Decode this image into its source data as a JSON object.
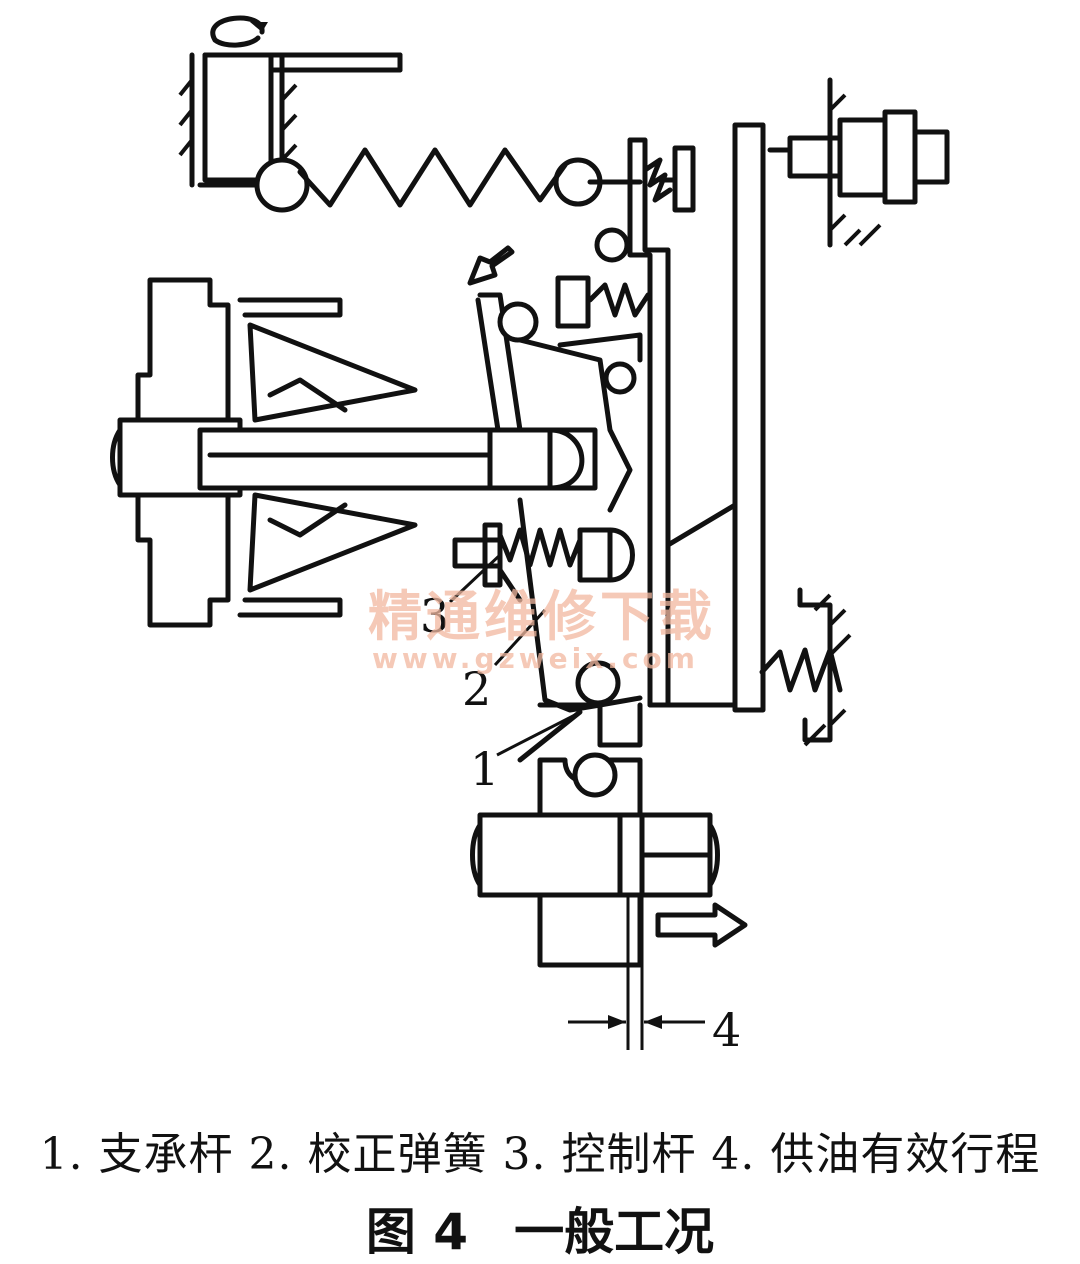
{
  "callouts": {
    "c1": "1",
    "c2": "2",
    "c3": "3",
    "c4": "4"
  },
  "watermark": {
    "line1": "精通维修下载",
    "line2": "www.gzweix.com"
  },
  "legend": {
    "text": "1. 支承杆 2. 校正弹簧 3. 控制杆 4. 供油有效行程"
  },
  "figure": {
    "number": "图 4",
    "title": "一般工况"
  },
  "colors": {
    "ink": "#111111",
    "watermark": "#f2b8a0"
  }
}
